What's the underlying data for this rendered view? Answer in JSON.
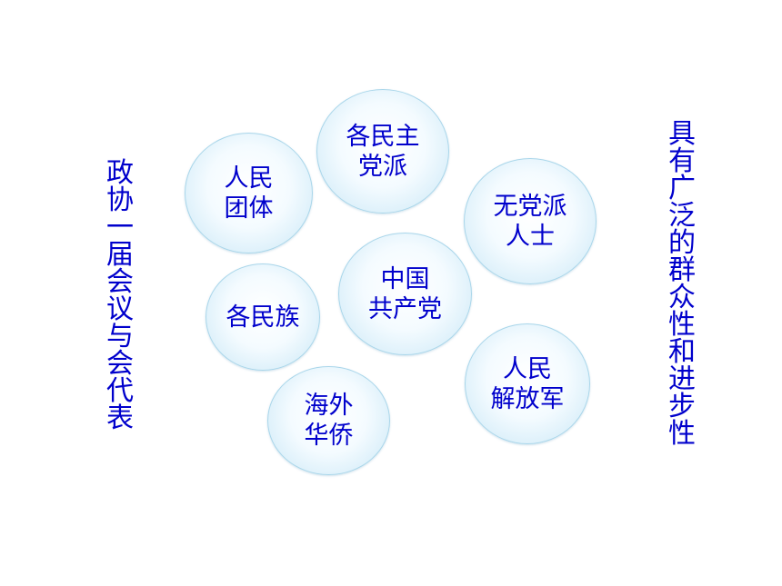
{
  "left_caption": "政协一届会议与会代表",
  "right_caption": "具有广泛的群众性和进步性",
  "bubbles": [
    {
      "id": "dem-parties",
      "lines": [
        "各民主",
        "党派"
      ]
    },
    {
      "id": "people-org",
      "lines": [
        "人民",
        "团体"
      ]
    },
    {
      "id": "nonparty",
      "lines": [
        "无党派",
        "人士"
      ]
    },
    {
      "id": "cpc",
      "lines": [
        "中国",
        "共产党"
      ]
    },
    {
      "id": "ethnic",
      "lines": [
        "各民族"
      ]
    },
    {
      "id": "pla",
      "lines": [
        "人民",
        "解放军"
      ]
    },
    {
      "id": "overseas",
      "lines": [
        "海外",
        "华侨"
      ]
    }
  ],
  "colors": {
    "text": "#0000cc",
    "bubble_edge": "#a9d6ea",
    "bubble_fill": "#d8eef9"
  }
}
